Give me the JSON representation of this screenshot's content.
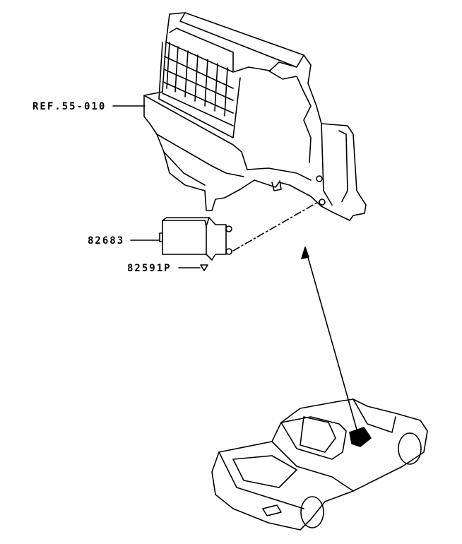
{
  "labels": {
    "ref": "REF.55-010",
    "part_actuator": "82683",
    "part_screw": "82591P"
  }
}
